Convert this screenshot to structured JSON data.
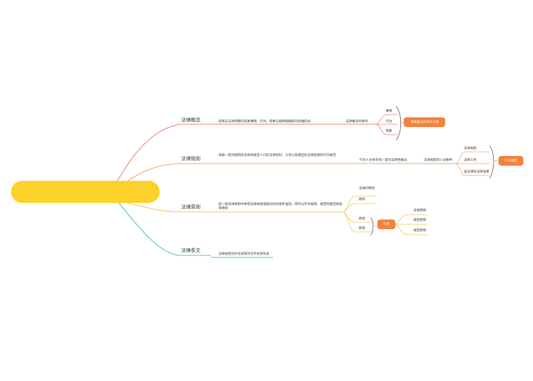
{
  "root": {
    "label": ""
  },
  "colors": {
    "branch_concept": "#ef7a6e",
    "branch_rule": "#f6a25e",
    "branch_principle": "#f3c451",
    "branch_article": "#59c4a0",
    "badge": "#f5813d",
    "root": "#fcd12a"
  },
  "branches": {
    "concept": {
      "label": "法律概念",
      "desc": "反映与法律调整的某类事物、行为、现象与规律相联系的思维形式",
      "group": "法律概念的特点",
      "leaves": [
        "事物",
        "行为",
        "现象"
      ],
      "badge": "法律概念的特点分类"
    },
    "rule": {
      "label": "法律规则",
      "desc": "采取一定的结构形式具体规定人们的法律权利、义务以及相应的法律后果的行为规范",
      "group": "行为人主体享有一定的法律性概念",
      "subgroup": "法律规范的人员要件",
      "leaves": [
        "法律规则",
        "法律义务",
        "准法律的法律后果"
      ],
      "badge": "行为规范"
    },
    "principle": {
      "label": "法律原则",
      "desc": "是一套法律规则中体现法律规则基础的综合性的准则，即可以作为规则、规范的规范和指导原则",
      "leaves_top": [
        "法律的原则",
        "原则"
      ],
      "leaves_mid": [
        "原则",
        "原则"
      ],
      "badge": "作用",
      "leaves_right": [
        "法律原则",
        "规范原则",
        "规范原则"
      ]
    },
    "article": {
      "label": "法律条文",
      "desc": "法律规范的外在表现的文字表述形式"
    }
  }
}
